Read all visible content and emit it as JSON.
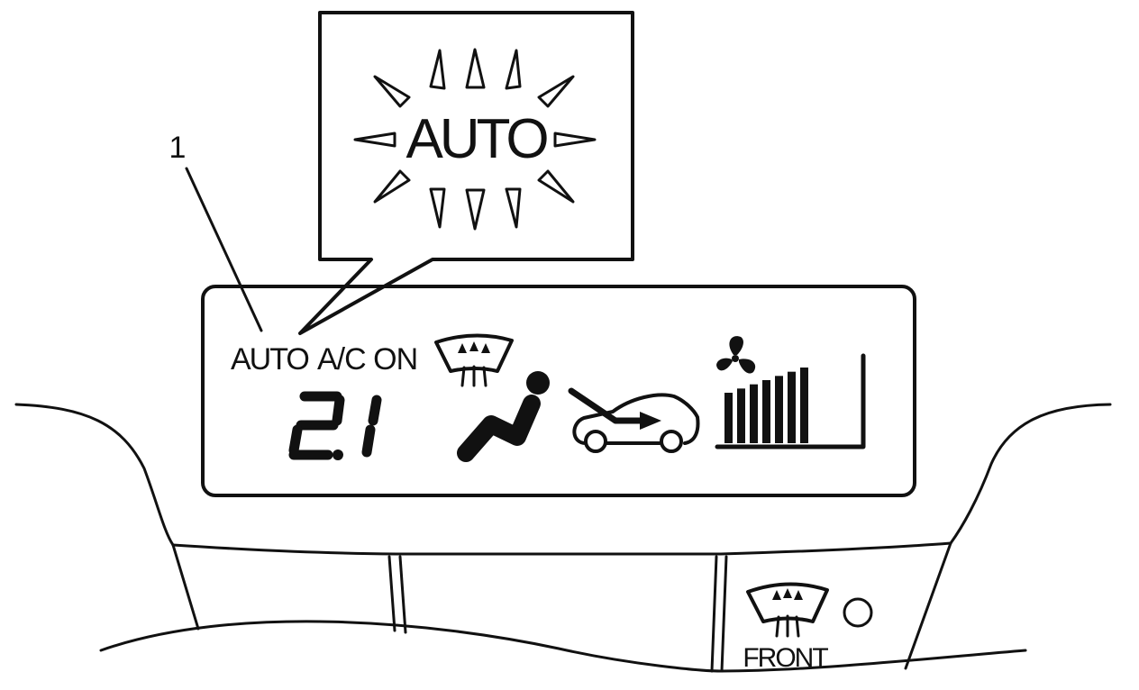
{
  "callout": {
    "number": "1",
    "zoom_label": "AUTO"
  },
  "display": {
    "mode_label": "AUTO",
    "ac_label": "A/C ON",
    "temperature": "2.1",
    "fan_level_bars": 7,
    "fan_level_max": 7
  },
  "buttons": {
    "front_defrost_label": "FRONT"
  },
  "icons": {
    "zoom": "flashing-auto-rays-icon",
    "display_defrost": "windshield-defrost-icon",
    "seat": "seated-person-icon",
    "recirc": "car-air-intake-icon",
    "fan": "fan-icon",
    "button_defrost": "windshield-defrost-icon",
    "indicator": "indicator-lamp-icon"
  }
}
